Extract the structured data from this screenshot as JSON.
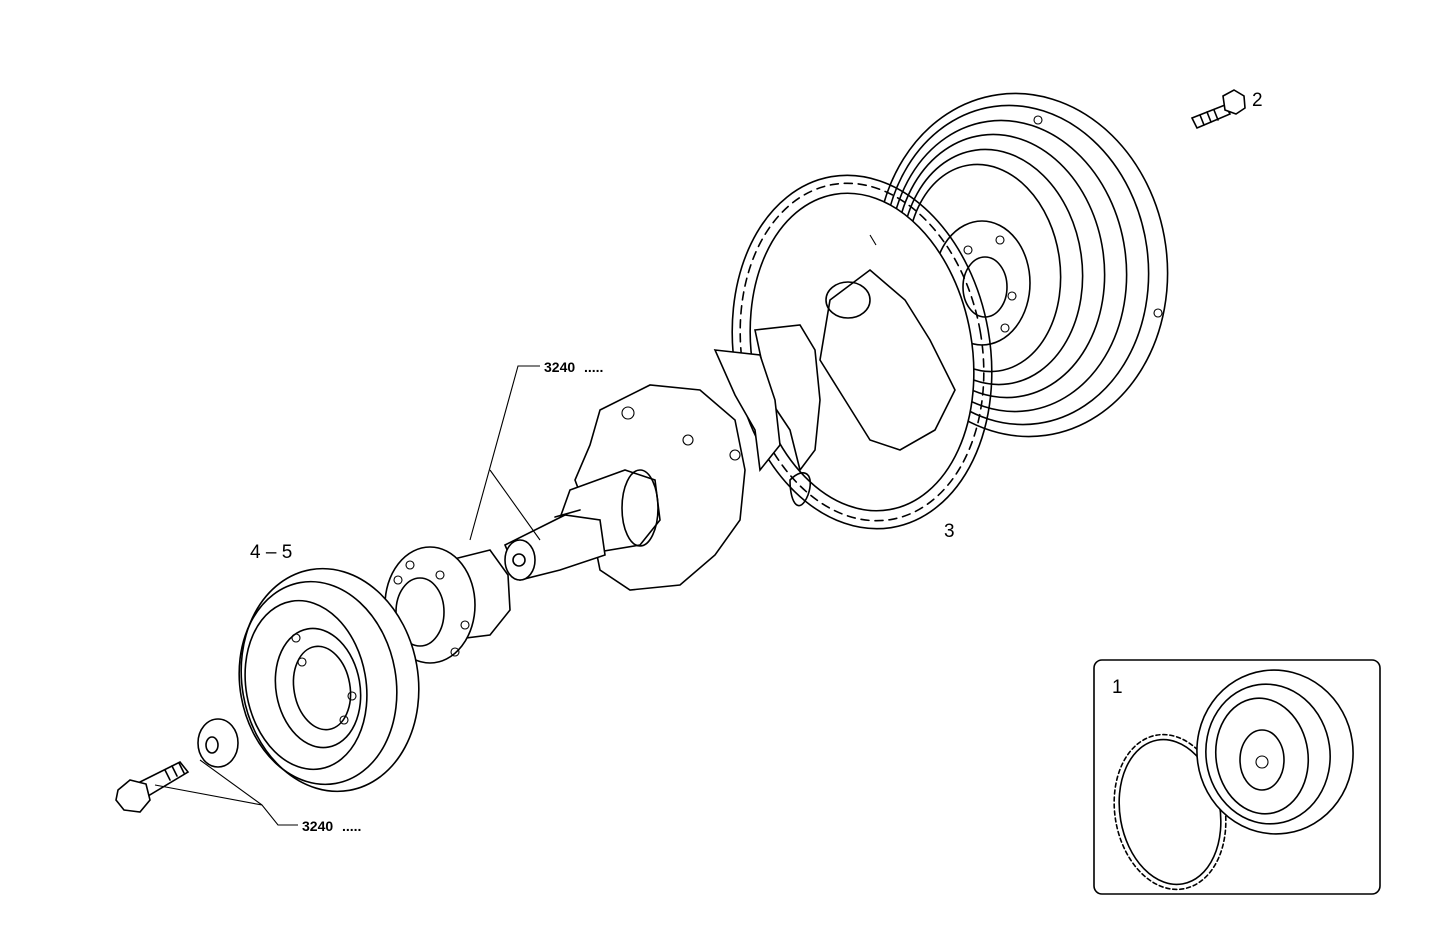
{
  "callouts": {
    "p1": "1",
    "p2": "2",
    "p3": "3",
    "p45": "4 – 5",
    "ref_top": "3240",
    "ref_bottom": "3240",
    "ref_dots": "....."
  }
}
